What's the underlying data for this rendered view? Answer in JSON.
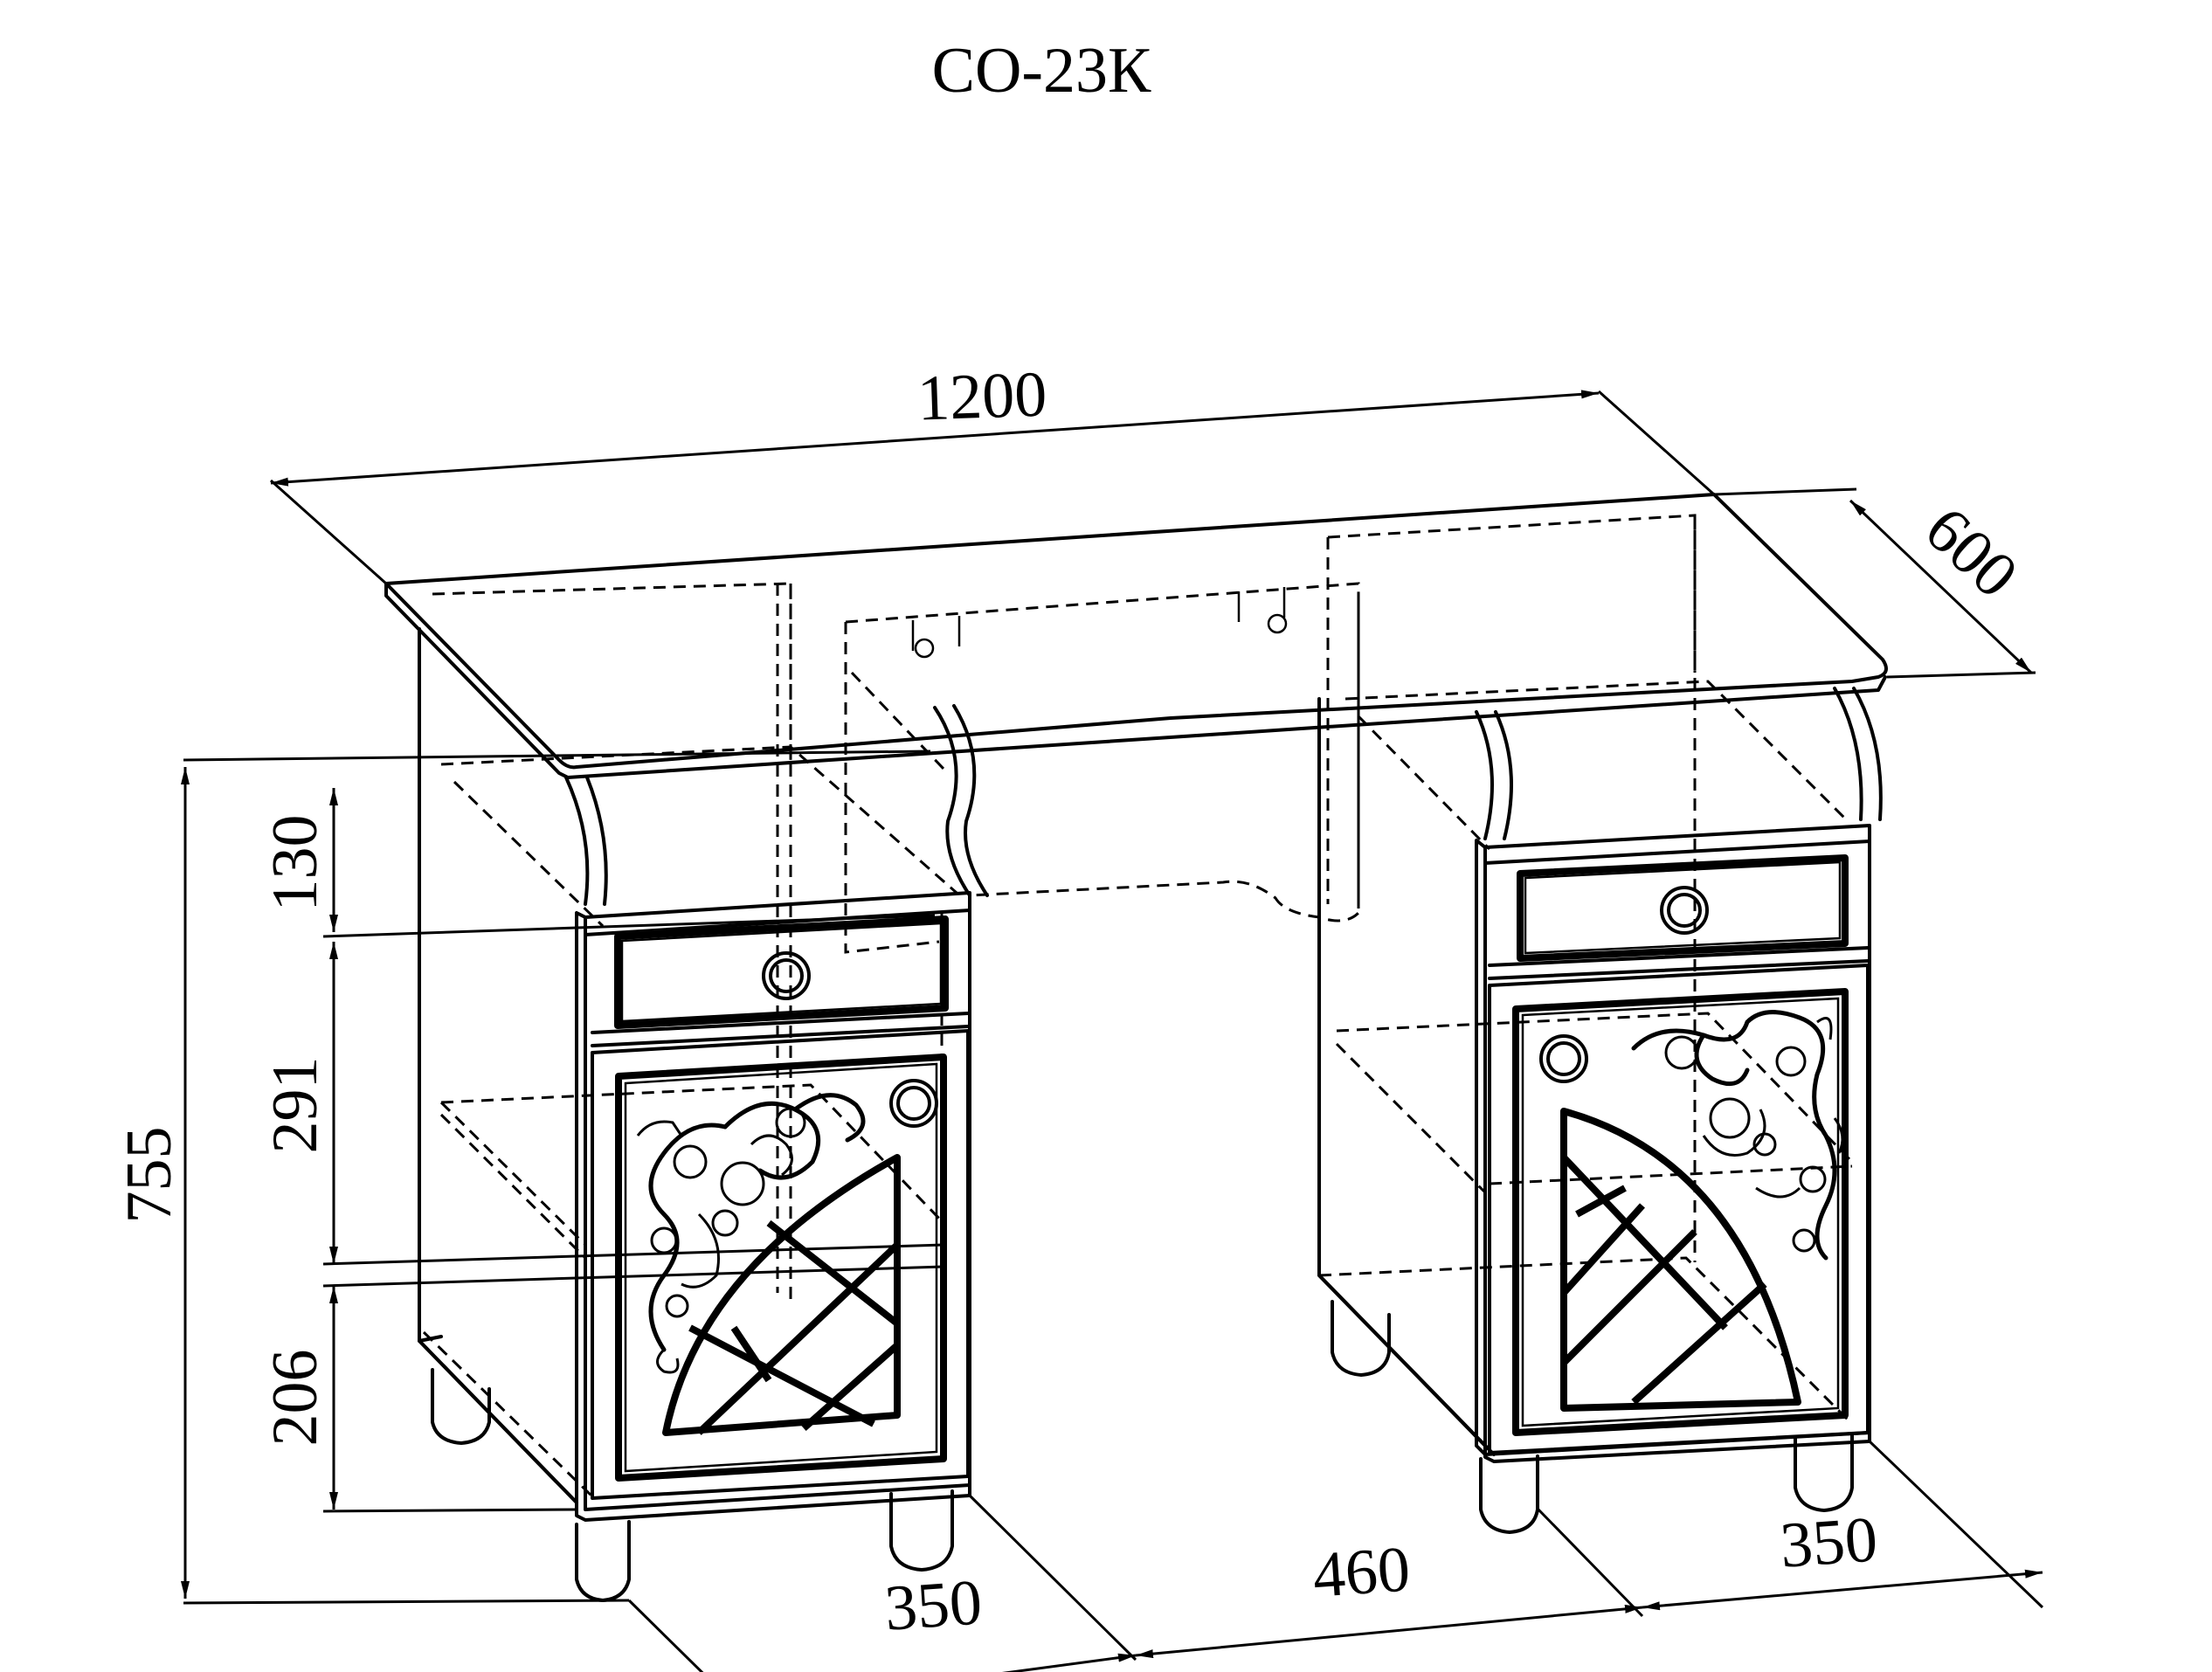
{
  "title": "СО-23К",
  "dimensions": {
    "width": "1200",
    "depth": "600",
    "height": "755",
    "drawer_top_gap": "130",
    "door_height": "291",
    "bottom_section": "206",
    "left_pedestal_width": "350",
    "knee_space": "460",
    "right_pedestal_width": "350"
  }
}
